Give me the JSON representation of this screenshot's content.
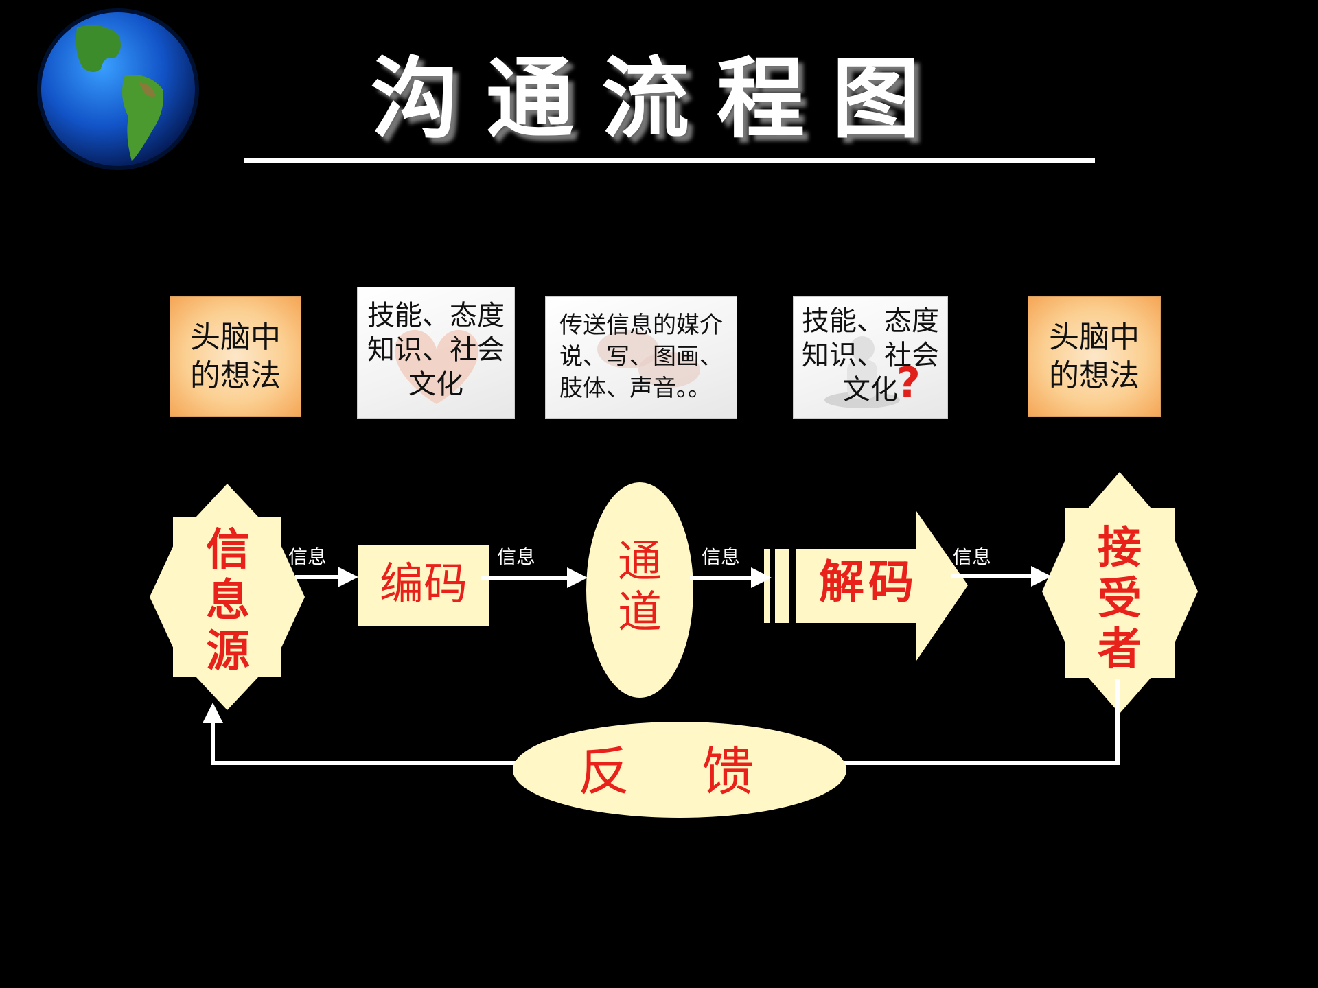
{
  "title": "沟通流程图",
  "top_boxes": {
    "source_thought": "头脑中的想法",
    "encode_factors": "技能、态度知识、社会文化",
    "channel_media": "传送信息的媒介说、写、图画、肢体、声音。。",
    "decode_factors": "技能、态度知识、社会文化",
    "receiver_thought": "头脑中的想法"
  },
  "nodes": {
    "source": "信息源",
    "encode": "编码",
    "channel": "通道",
    "decode": "解码",
    "receiver": "接受者",
    "feedback": "反 馈"
  },
  "arrow_labels": [
    "信息",
    "信息",
    "信息",
    "信息"
  ],
  "colors": {
    "background": "#000000",
    "node_fill": "#fff8c6",
    "node_text": "#e8221b",
    "box_orange": "#fbcf91"
  }
}
